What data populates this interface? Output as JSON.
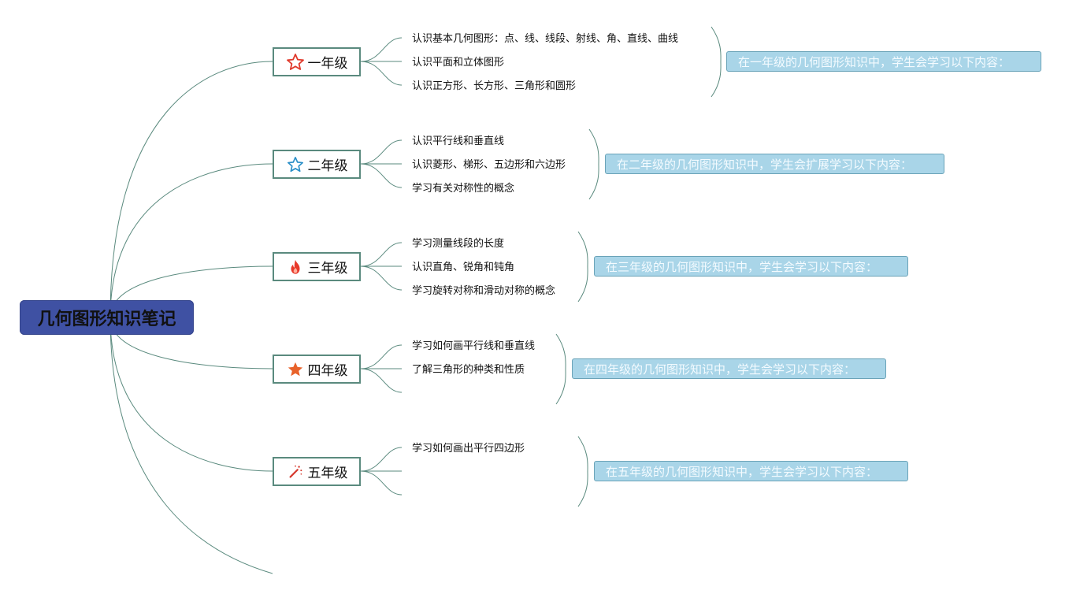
{
  "root": {
    "title": "几何图形知识笔记"
  },
  "colors": {
    "root_fill": "#3f51a3",
    "branch_line": "#5a8a7e",
    "summary_fill": "#a9d5e8",
    "summary_text": "#f4fbff"
  },
  "grades": [
    {
      "label": "一年级",
      "icon": "star-outline-icon",
      "items": [
        "认识基本几何图形：点、线、线段、射线、角、直线、曲线",
        "认识平面和立体图形",
        "认识正方形、长方形、三角形和圆形"
      ],
      "summary": "在一年级的几何图形知识中，学生会学习以下内容："
    },
    {
      "label": "二年级",
      "icon": "star-outline-blue-icon",
      "items": [
        "认识平行线和垂直线",
        "认识菱形、梯形、五边形和六边形",
        "学习有关对称性的概念"
      ],
      "summary": "在二年级的几何图形知识中，学生会扩展学习以下内容："
    },
    {
      "label": "三年级",
      "icon": "flame-icon",
      "items": [
        "学习测量线段的长度",
        "认识直角、锐角和钝角",
        "学习旋转对称和滑动对称的概念"
      ],
      "summary": "在三年级的几何图形知识中，学生会学习以下内容："
    },
    {
      "label": "四年级",
      "icon": "star-filled-icon",
      "items": [
        "学习如何画平行线和垂直线",
        "了解三角形的种类和性质",
        ""
      ],
      "summary": "在四年级的几何图形知识中，学生会学习以下内容："
    },
    {
      "label": "五年级",
      "icon": "magic-wand-icon",
      "items": [
        "学习如何画出平行四边形",
        "",
        ""
      ],
      "summary": "在五年级的几何图形知识中，学生会学习以下内容："
    }
  ]
}
